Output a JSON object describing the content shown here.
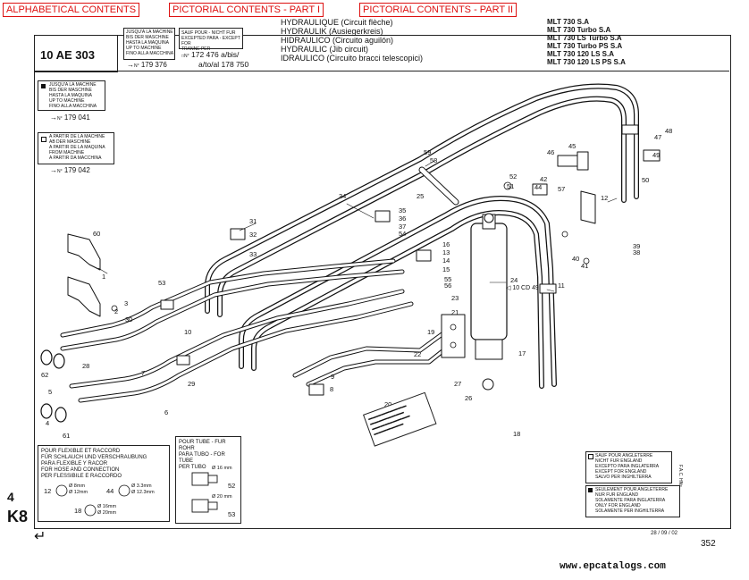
{
  "nav": {
    "alphabetical": "ALPHABETICAL CONTENTS",
    "pictorial_1": "PICTORIAL CONTENTS - PART I",
    "pictorial_2": "PICTORIAL CONTENTS - PART II"
  },
  "header": {
    "ref": "10 AE 303",
    "serial_box": [
      "JUSQU'A LA MACHINE",
      "BIS DER MASCHINE",
      "HASTA LA MAQUINA",
      "UP TO MACHINE",
      "FINO ALLA MACCHINA"
    ],
    "serial_no": "179 376",
    "except_box": [
      "SAUF POUR - NICHT FUR",
      "EXCEPTED PARA - EXCEPT FOR",
      "TRANNE PER"
    ],
    "except_no_1": "172 476 a/bis/",
    "except_no_2": "a/to/al 178 750",
    "titles": [
      "HYDRAULIQUE (Circuit flèche)",
      "HYDRAULIK (Ausiegerkreis)",
      "HIDRAULICO (Circuito aguilón)",
      "HYDRAULIC (Jib circuit)",
      "IDRAULICO (Circuito bracci telescopici)"
    ],
    "models": [
      "MLT 730 S.A",
      "MLT 730 Turbo S.A",
      "MLT 730 LS Turbo S.A",
      "MLT 730 Turbo PS S.A",
      "MLT 730 120 LS S.A",
      "MLT 730 120 LS PS S.A"
    ]
  },
  "left_boxes": {
    "upto_lines": [
      "JUSQU'A LA MACHINE",
      "BIS DER MASCHINE",
      "HASTA LA MAQUINA",
      "UP TO MACHINE",
      "FINO ALLA MACCHINA"
    ],
    "upto_no": "179 041",
    "from_lines": [
      "A PARTIR DE LA MACHINE",
      "AB DER MASCHINE",
      "A PARTIR DE LA MAQUINA",
      "FROM MACHINE",
      "A PARTIR DA MACCHINA"
    ],
    "from_no": "179 042"
  },
  "parts": [
    "1",
    "2",
    "3",
    "4",
    "5",
    "6",
    "7",
    "8",
    "9",
    "10",
    "11",
    "12",
    "13",
    "14",
    "15",
    "16",
    "17",
    "18",
    "19",
    "20",
    "21",
    "22",
    "23",
    "24",
    "25",
    "26",
    "27",
    "28",
    "29",
    "30",
    "31",
    "32",
    "33",
    "34",
    "35",
    "36",
    "37",
    "38",
    "39",
    "40",
    "41",
    "42",
    "44",
    "45",
    "46",
    "47",
    "48",
    "49",
    "50",
    "51",
    "52",
    "53",
    "54",
    "55",
    "56",
    "57",
    "58",
    "59",
    "60",
    "61",
    "62"
  ],
  "cylinder_label": "10 CD 49",
  "hose_box": {
    "lines": [
      "POUR FLEXIBLE ET RACCORD",
      "FÜR SCHLAUCH UND VERSCHRAUBUNG",
      "PARA FLEXIBLE Y RACOR",
      "FOR HOSE AND CONNECTION",
      "PER FLESSIBILE E RACCORDO"
    ],
    "d1": "Ø 8mm",
    "d2": "Ø 12mm",
    "d3": "Ø 3.3mm",
    "d4": "Ø 12.3mm",
    "d5": "Ø 16mm",
    "d6": "Ø 20mm",
    "ref_12": "12",
    "ref_44": "44",
    "ref_18": "18"
  },
  "tube_box": {
    "lines": [
      "POUR TUBE - FUR ROHR",
      "PARA TUBO - FOR TUBE",
      "PER TUBO"
    ],
    "d1": "Ø 16 mm",
    "d2": "Ø 20 mm",
    "ref_1": "52",
    "ref_2": "53"
  },
  "england_box": {
    "except": [
      "SAUF POUR ANGLETERRE",
      "NICHT FUR ENGLAND",
      "EXCEPTO PARA INGLATERRA",
      "EXCEPT FOR ENGLAND",
      "SALVO PER INGHILTERRA"
    ],
    "only": [
      "SEULEMENT POUR ANGLETERRE",
      "NUR FUR ENGLAND",
      "SOLAMENTE PARA INGLATERRA",
      "ONLY FOR ENGLAND",
      "SOLAMENTE PER INGHILTERRA"
    ]
  },
  "page_side": {
    "number": "4",
    "code": "K8"
  },
  "footer": {
    "date": "28 / 09 / 02",
    "page": "352",
    "watermark": "www.epcatalogs.com",
    "vertical": "F.A.C. HNs"
  },
  "colors": {
    "nav_red": "#d11111",
    "line": "#111111"
  }
}
